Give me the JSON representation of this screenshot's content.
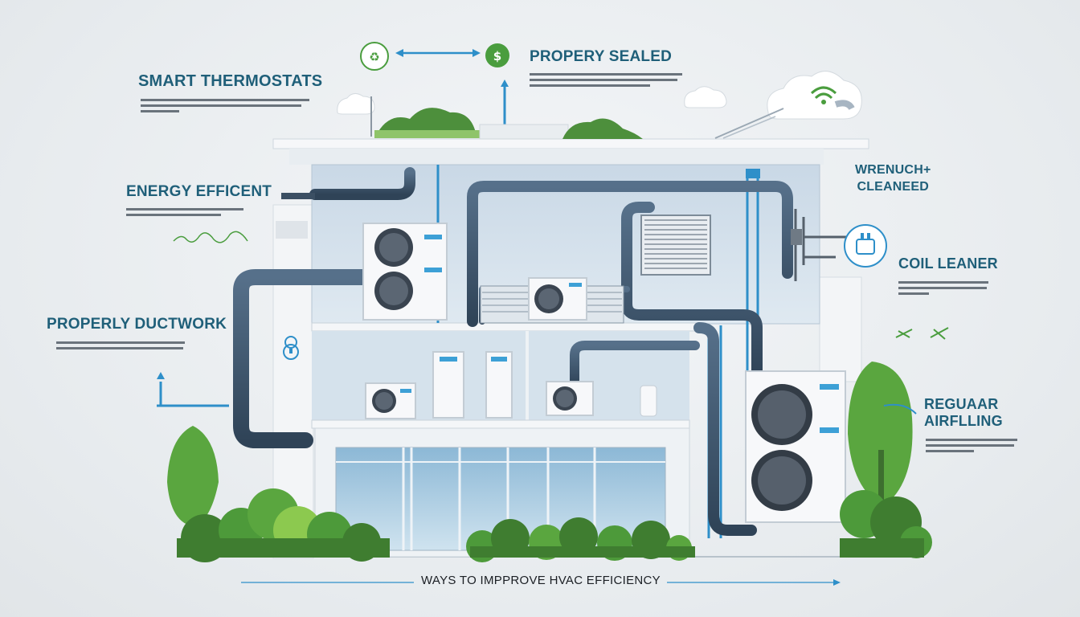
{
  "labels": {
    "smart_thermostats": "SMART THERMOSTATS",
    "energy_efficient": "ENERGY EFFICENT",
    "properly_ductwork": "PROPERLY DUCTWORK",
    "propery_sealed": "PROPERY SEALED",
    "wrench_line1": "WRENUCH+",
    "wrench_line2": "CLEANEED",
    "coil_leaner": "COIL LEANER",
    "reguar_line1": "REGUAAR",
    "reguar_line2": "AIRFLLING"
  },
  "footer": {
    "title": "WAYS TO IMPPROVE HVAC EFFICIENCY"
  },
  "icons": [
    "dollar-icon",
    "leaf-icon",
    "plug-icon",
    "lock-icon",
    "wifi-icon",
    "wrench-icon"
  ],
  "colors": {
    "label": "#1f5f79",
    "accent_blue": "#2e8fc9",
    "accent_green": "#4a9d3e",
    "pipe": "#3b4f63",
    "tree": "#5aa63f"
  }
}
